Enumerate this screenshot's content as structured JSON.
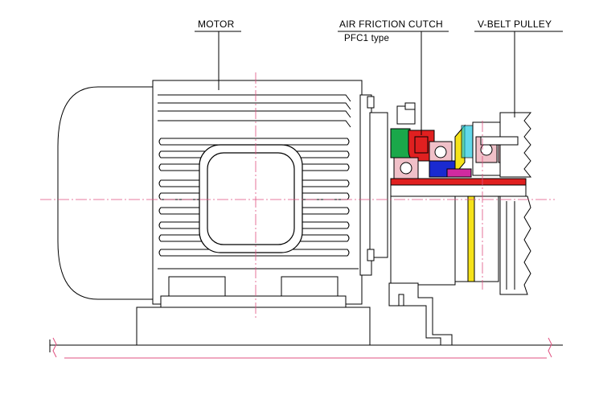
{
  "labels": {
    "motor": "MOTOR",
    "clutch": "AIR FRICTION CUTCH",
    "clutch_type": "PFC1  type",
    "pulley": "V-BELT PULLEY"
  },
  "colors": {
    "line": "#000000",
    "centerline": "#e05080",
    "clutch_green": "#1aa84a",
    "clutch_red": "#e02020",
    "clutch_blue": "#1a2ad0",
    "clutch_yellow": "#f5e21a",
    "clutch_magenta": "#d02aa0",
    "clutch_cyan": "#20c8e0",
    "bearing_pink": "#f0c0c8",
    "hatch": "#d08aa0"
  }
}
